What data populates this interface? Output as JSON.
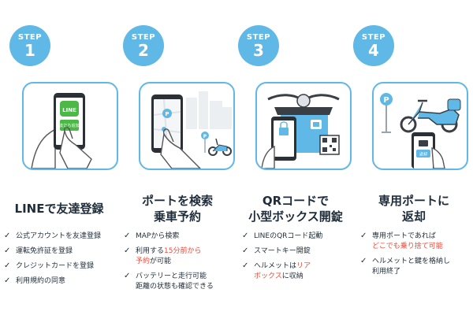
{
  "colors": {
    "accent": "#5fb8e6",
    "highlight": "#e74c3c",
    "line_green": "#4cb848"
  },
  "steps": [
    {
      "badge_label": "STEP",
      "badge_number": "1",
      "title_lines": [
        "LINEで友達登録"
      ],
      "phone_text": {
        "line": "LINE",
        "button": "友だち追加"
      },
      "items": [
        {
          "parts": [
            "公式アカウントを友達登録"
          ]
        },
        {
          "parts": [
            "運転免許証を登録"
          ]
        },
        {
          "parts": [
            "クレジットカードを登録"
          ]
        },
        {
          "parts": [
            "利用規約の同意"
          ]
        }
      ]
    },
    {
      "badge_label": "STEP",
      "badge_number": "2",
      "title_lines": [
        "ポートを検索",
        "乗車予約"
      ],
      "items": [
        {
          "parts": [
            "MAPから検索"
          ]
        },
        {
          "parts": [
            "利用する",
            "15分前から",
            "予約",
            "が可能"
          ]
        },
        {
          "parts": [
            "バッテリーと走行可能",
            "距離の状態も確認できる"
          ]
        }
      ]
    },
    {
      "badge_label": "STEP",
      "badge_number": "3",
      "title_lines": [
        "QRコードで",
        "小型ボックス開錠"
      ],
      "items": [
        {
          "parts": [
            "LINEのQRコード起動"
          ]
        },
        {
          "parts": [
            "スマートキー開錠"
          ]
        },
        {
          "parts": [
            "ヘルメットは",
            "リア",
            "ボックス",
            "に収納"
          ]
        }
      ]
    },
    {
      "badge_label": "STEP",
      "badge_number": "4",
      "title_lines": [
        "専用ポートに",
        "返却"
      ],
      "phone_text": {
        "button": "返却"
      },
      "items": [
        {
          "parts": [
            "専用ポートであれば",
            "どこでも乗り捨て可能"
          ]
        },
        {
          "parts": [
            "ヘルメットと鍵を格納し",
            "利用終了"
          ]
        }
      ]
    }
  ],
  "icons": [
    "check-icon",
    "map-pin-icon",
    "parking-sign-icon",
    "lock-icon",
    "qr-code-icon",
    "scooter-icon",
    "phone-icon",
    "hand-icon"
  ]
}
